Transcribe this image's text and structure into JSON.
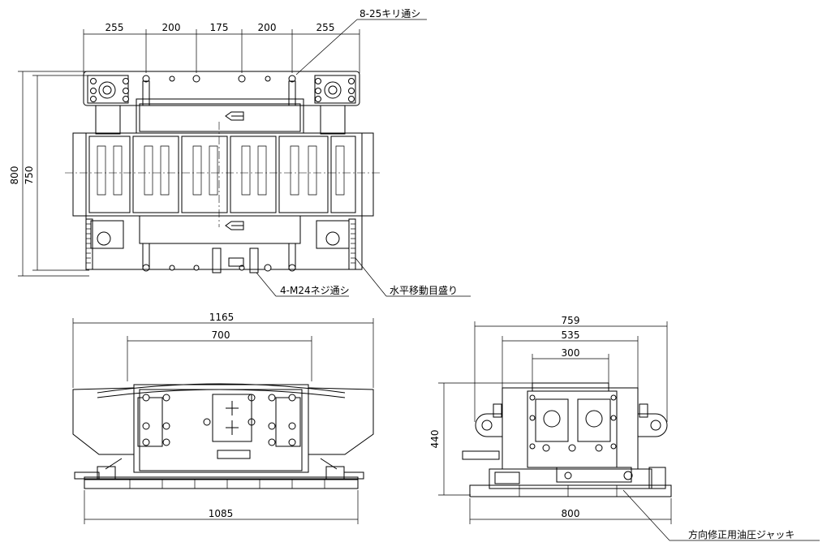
{
  "top_view": {
    "dims_top": [
      "255",
      "200",
      "175",
      "200",
      "255"
    ],
    "dim_height_outer": "800",
    "dim_height_inner": "750",
    "callout_holes": "8-25キリ通シ",
    "callout_bolts": "4-M24ネジ通シ",
    "callout_scale": "水平移動目盛り"
  },
  "front_view": {
    "dim_width_top": "1165",
    "dim_width_mid": "700",
    "dim_width_bottom": "1085"
  },
  "side_view": {
    "dim_width_top": "759",
    "dim_width_mid": "535",
    "dim_width_inner": "300",
    "dim_height": "440",
    "dim_width_bottom": "800",
    "callout_jack": "方向修正用油圧ジャッキ"
  }
}
